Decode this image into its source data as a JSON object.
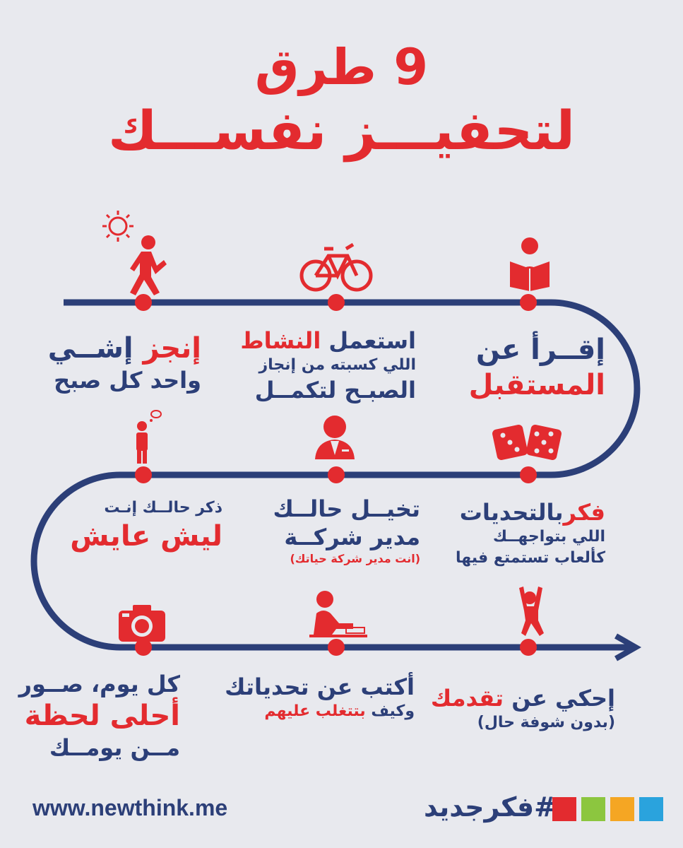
{
  "title": {
    "line1": "9 طرق",
    "line2": "لتحفيـــز نفســـك"
  },
  "steps": [
    {
      "a": "إقــرأ عن",
      "b": "المستقبل"
    },
    {
      "a_red": "النشاط",
      "a_blue": "استعمل",
      "b": "اللي كسبته من إنجاز",
      "c": "الصبـح لتكمــل"
    },
    {
      "a_red": "إنجز",
      "a_blue": "إشــي",
      "b": "واحد كل صبح"
    },
    {
      "a_red": "فكر",
      "a_blue": "بالتحديات",
      "b": "اللي بتواجهــك",
      "c": "كألعاب تستمتع فيها"
    },
    {
      "a": "تخيــل حالــك",
      "b": "مدير شركــة",
      "c": "(انت مدير شركة حياتك)"
    },
    {
      "a": "ذكر حالــك إنـت",
      "b": "ليش عايش"
    },
    {
      "a_blue": "إحكي عن",
      "a_red": "تقدمك",
      "b": "(بدون شوفة حال)"
    },
    {
      "a": "أكتب عن تحدياتك",
      "b_blue": "وكيف",
      "b_red": "بتتغلب عليهم"
    },
    {
      "a": "كل يوم، صــور",
      "b": "أحلى لحظة",
      "c": "مــن يومــك"
    }
  ],
  "icons": [
    "reading-icon",
    "bicycle-icon",
    "walking-sun-icon",
    "dice-icon",
    "businessman-icon",
    "thinking-person-icon",
    "cheering-person-icon",
    "writing-person-icon",
    "camera-icon"
  ],
  "footer": {
    "url": "www.newthink.me",
    "hashtag": "#فكرجديد"
  },
  "colors": {
    "red": "#e32b2f",
    "blue": "#2c3f78",
    "background": "#e8e9ee",
    "sq1": "#2aa3dd",
    "sq2": "#f5a623",
    "sq3": "#8cc63f",
    "sq4": "#e32b2f"
  }
}
